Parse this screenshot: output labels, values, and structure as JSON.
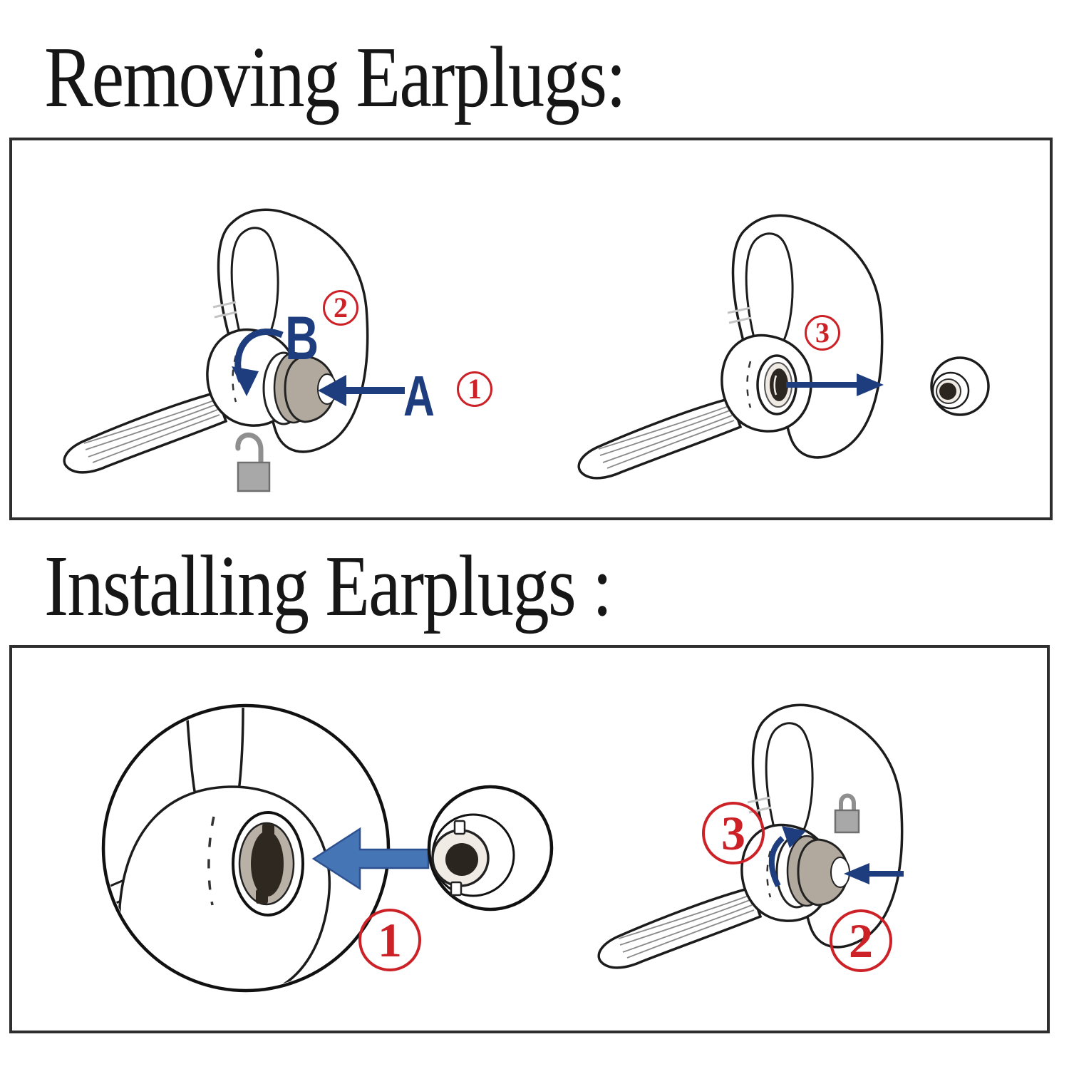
{
  "image": {
    "background": "#ffffff"
  },
  "colors": {
    "ink": "#1c1c1c",
    "step_red": "#cc2127",
    "arrow_navy": "#1e3d7e",
    "arrow_steel_blue": "#4675b5",
    "earplug_gray": "#b2a99e",
    "lock_gray": "#a8a8a8"
  },
  "removing_section": {
    "title": "Removing Earplugs:",
    "label_pull_arrow": "A",
    "label_rotate_arrow": "B",
    "step_1": "1",
    "step_2": "2",
    "step_3": "3",
    "lock_state_icon": "open-padlock"
  },
  "installing_section": {
    "title": "Installing Earplugs :",
    "step_1": "1",
    "step_2": "2",
    "step_3": "3",
    "lock_state_icon": "closed-padlock"
  },
  "icons": {
    "open_padlock": "unlocked state marker",
    "closed_padlock": "locked state marker",
    "straight_arrows": "push / pull direction",
    "curved_arrows": "rotate direction"
  }
}
